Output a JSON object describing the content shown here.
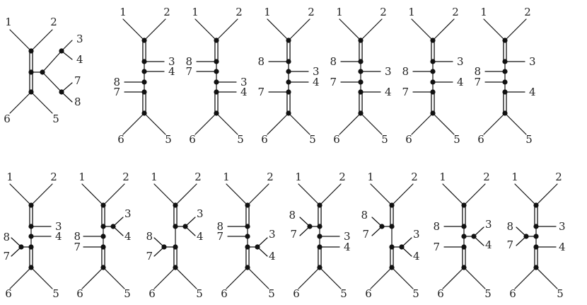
{
  "figure": {
    "ink_color": "#111111",
    "background_color": "#ffffff",
    "panels": [
      {
        "id": "p0",
        "labels": [
          "1",
          "2",
          "3",
          "4",
          "7",
          "8",
          "6",
          "5"
        ]
      },
      {
        "id": "p1",
        "labels": [
          "1",
          "2",
          "3",
          "4",
          "8",
          "7",
          "6",
          "5"
        ]
      },
      {
        "id": "p2",
        "labels": [
          "1",
          "2",
          "8",
          "7",
          "3",
          "4",
          "6",
          "5"
        ]
      },
      {
        "id": "p3",
        "labels": [
          "1",
          "2",
          "8",
          "3",
          "4",
          "7",
          "6",
          "5"
        ]
      },
      {
        "id": "p4",
        "labels": [
          "1",
          "2",
          "8",
          "3",
          "7",
          "4",
          "6",
          "5"
        ]
      },
      {
        "id": "p5",
        "labels": [
          "1",
          "2",
          "3",
          "8",
          "4",
          "7",
          "6",
          "5"
        ]
      },
      {
        "id": "p6",
        "labels": [
          "1",
          "2",
          "3",
          "8",
          "7",
          "4",
          "6",
          "5"
        ]
      },
      {
        "id": "p7",
        "labels": [
          "1",
          "2",
          "3",
          "4",
          "8",
          "7",
          "6",
          "5"
        ]
      },
      {
        "id": "p8",
        "labels": [
          "1",
          "2",
          "3",
          "4",
          "8",
          "7",
          "6",
          "5"
        ]
      },
      {
        "id": "p9",
        "labels": [
          "1",
          "2",
          "3",
          "4",
          "8",
          "7",
          "6",
          "5"
        ]
      },
      {
        "id": "p10",
        "labels": [
          "1",
          "2",
          "8",
          "7",
          "3",
          "4",
          "6",
          "5"
        ]
      },
      {
        "id": "p11",
        "labels": [
          "1",
          "2",
          "8",
          "7",
          "3",
          "4",
          "6",
          "5"
        ]
      },
      {
        "id": "p12",
        "labels": [
          "1",
          "2",
          "8",
          "7",
          "3",
          "4",
          "6",
          "5"
        ]
      },
      {
        "id": "p13",
        "labels": [
          "1",
          "2",
          "8",
          "3",
          "7",
          "4",
          "6",
          "5"
        ]
      },
      {
        "id": "p14",
        "labels": [
          "1",
          "2",
          "8",
          "3",
          "7",
          "4",
          "6",
          "5"
        ]
      }
    ]
  }
}
